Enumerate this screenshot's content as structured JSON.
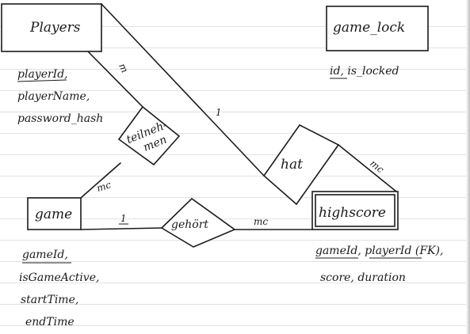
{
  "entities": {
    "players": {
      "name": "Players",
      "attributes": [
        "playerId,",
        "playerName,",
        "password_hash"
      ]
    },
    "game_lock": {
      "name": "game_lock",
      "attributes": [
        "id, is_locked"
      ]
    },
    "game": {
      "name": "game",
      "attributes": [
        "gameId,",
        "isGameActive,",
        "startTime,",
        "endTime"
      ]
    },
    "highscore": {
      "name": "highscore",
      "attributes": [
        "gameId, playerId (FK),",
        "score, duration"
      ]
    }
  },
  "relationships": {
    "teilnehmen": {
      "name": [
        "teilneh-",
        "men"
      ]
    },
    "hat": {
      "name": "hat"
    },
    "gehoert": {
      "name": "gehört"
    }
  },
  "cardinalities": {
    "players_teilnehmen": "m",
    "game_teilnehmen": "mc",
    "players_hat": "1",
    "hat_highscore": "mc",
    "game_gehoert": "1",
    "gehoert_highscore": "mc"
  },
  "colors": {
    "ink": "#1b1b1b",
    "paper": "#ffffff",
    "rule": "#e2e2e2"
  }
}
